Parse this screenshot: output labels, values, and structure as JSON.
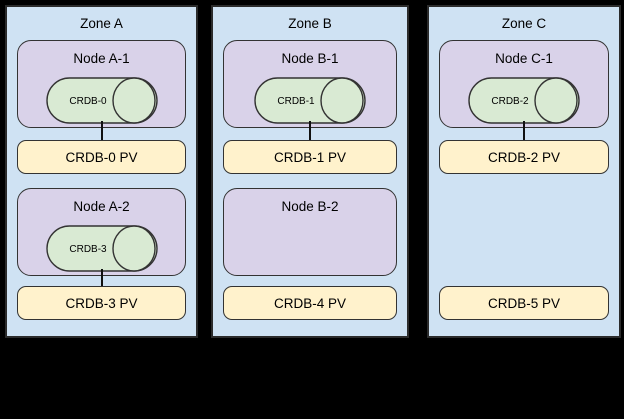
{
  "zones": [
    {
      "title": "Zone A",
      "nodes": [
        {
          "label": "Node A-1",
          "cylinder": "CRDB-0",
          "pv": "CRDB-0 PV",
          "connected": true
        },
        {
          "label": "Node A-2",
          "cylinder": "CRDB-3",
          "pv": "CRDB-3 PV",
          "connected": true
        }
      ]
    },
    {
      "title": "Zone B",
      "nodes": [
        {
          "label": "Node B-1",
          "cylinder": "CRDB-1",
          "pv": "CRDB-1 PV",
          "connected": true
        },
        {
          "label": "Node B-2",
          "cylinder": null,
          "pv": "CRDB-4 PV",
          "connected": false
        }
      ]
    },
    {
      "title": "Zone C",
      "nodes": [
        {
          "label": "Node C-1",
          "cylinder": "CRDB-2",
          "pv": "CRDB-2 PV",
          "connected": true
        },
        {
          "label": null,
          "cylinder": null,
          "pv": "CRDB-5 PV",
          "connected": false
        }
      ]
    }
  ],
  "colors": {
    "canvas_background": "#000000",
    "zone_fill": "#cfe2f3",
    "node_fill": "#d9d2e9",
    "cylinder_fill": "#d9ead3",
    "pv_fill": "#fff2cc",
    "shape_border": "#333333",
    "text": "#000000"
  }
}
